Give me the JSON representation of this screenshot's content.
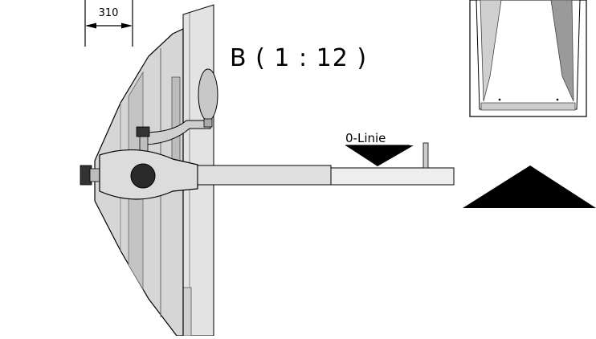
{
  "dimension": {
    "value": "310"
  },
  "view": {
    "title": "B ( 1 : 12 )"
  },
  "reference": {
    "label": "0-Linie"
  },
  "colors": {
    "line": "#000000",
    "metal_light": "#e6e6e6",
    "metal_mid": "#cccccc",
    "metal_dark": "#9a9a9a",
    "black_fill": "#000000"
  }
}
